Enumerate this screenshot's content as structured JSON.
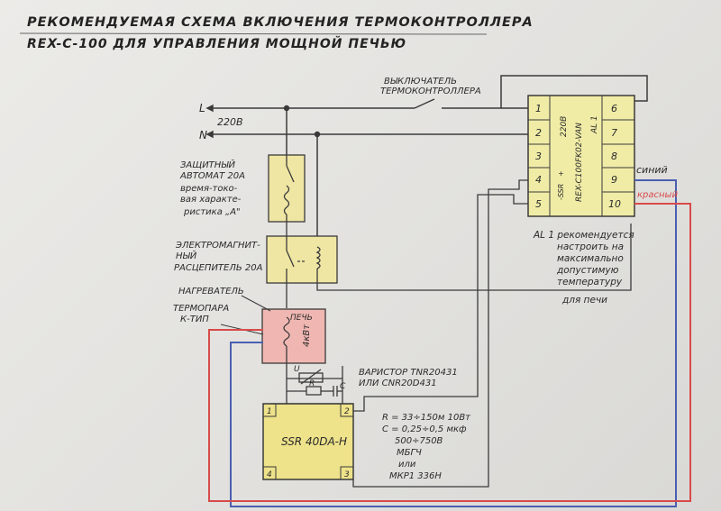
{
  "title": {
    "line1": "РЕКОМЕНДУЕМАЯ СХЕМА ВКЛЮЧЕНИЯ ТЕРМОКОНТРОЛЛЕРА",
    "line2": "REX-C-100  ДЛЯ УПРАВЛЕНИЯ  МОЩНОЙ ПЕЧЬЮ"
  },
  "lines": {
    "l": "L",
    "n": "N",
    "voltage": "220В"
  },
  "switch_label": [
    "ВЫКЛЮЧАТЕЛЬ",
    "ТЕРМОКОНТРОЛЛЕРА"
  ],
  "breaker_label": [
    "ЗАЩИТНЫЙ",
    "АВТОМАТ 20А",
    "время-токо-",
    "вая характе-",
    "ристика „А\""
  ],
  "relay_label": [
    "ЭЛЕКТРОМАГНИТ-",
    "НЫЙ",
    "РАСЦЕПИТЕЛЬ 20А"
  ],
  "heater_label": "НАГРЕВАТЕЛЬ",
  "thermocouple_label": [
    "ТЕРМОПАРА",
    "К-ТИП"
  ],
  "furnace": {
    "name": "ПЕЧЬ",
    "power": "4кВт"
  },
  "varistor_label": [
    "ВАРИСТОР TNR20431",
    "ИЛИ CNR20D431"
  ],
  "snubber": {
    "u": "U",
    "r": "R",
    "c": "C"
  },
  "ssr": {
    "name": "SSR 40DA-H",
    "pins": [
      "1",
      "2",
      "3",
      "4"
    ]
  },
  "component_values": [
    "R = 33÷150м 10Вт",
    "C = 0,25÷0,5 мкф",
    "500÷750В",
    "МБГЧ",
    "или",
    "МКР1 336Н"
  ],
  "controller": {
    "left_pins": [
      "1",
      "2",
      "3",
      "4",
      "5"
    ],
    "right_pins": [
      "6",
      "7",
      "8",
      "9",
      "10"
    ],
    "model": "REX-C100FK02-VAN",
    "voltage": "220В",
    "al": "AL 1",
    "ssr_minus": "-SSR",
    "ssr_plus": "+"
  },
  "wire_labels": {
    "blue": "синий",
    "red": "красный"
  },
  "al_note": [
    "AL 1 рекомендуется",
    "настроить на",
    "максимально",
    "допустимую",
    "температуру",
    "для печи"
  ],
  "colors": {
    "paper": "#e4e3e0",
    "ink": "#3a3a3a",
    "yellow": "#eee28a",
    "pink": "#f0b7b2",
    "blue_wire": "#4a5fb0",
    "red_wire": "#d84a4a"
  }
}
